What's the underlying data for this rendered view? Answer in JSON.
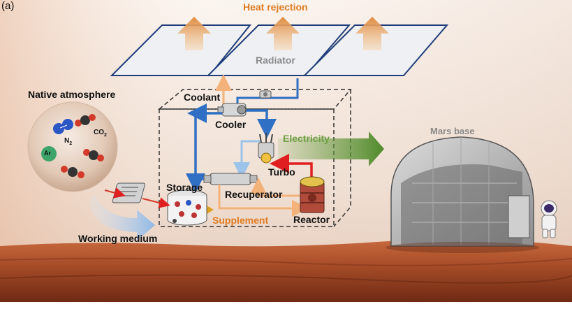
{
  "panel_label": "(a)",
  "labels": {
    "heat_rejection": "Heat rejection",
    "radiator": "Radiator",
    "native_atmosphere": "Native atmosphere",
    "coolant": "Coolant",
    "cooler": "Cooler",
    "electricity": "Electricity",
    "mars_base": "Mars base",
    "turbo": "Turbo",
    "storage": "Storage",
    "recuperator": "Recuperator",
    "supplement": "Supplement",
    "reactor": "Reactor",
    "working_medium": "Working medium"
  },
  "molecules": {
    "n2": "N",
    "n2_sub": "2",
    "co2": "CO",
    "co2_sub": "2",
    "ar": "Ar"
  },
  "colors": {
    "heat_arrow": "#e08a3c",
    "label_orange": "#e07c22",
    "electricity_green": "#6ea043",
    "cold_blue": "#2f6fc4",
    "light_blue": "#9cc3ea",
    "hot_red": "#e02020",
    "warm_orange": "#f2b27a",
    "dark_text": "#222222",
    "grey_text": "#8a8a8a",
    "soil": "#b0552e"
  },
  "icons": [
    "heat-arrow-icon",
    "astronaut-icon",
    "dome-icon",
    "reactor-icon",
    "turbine-icon",
    "compressor-icon"
  ]
}
